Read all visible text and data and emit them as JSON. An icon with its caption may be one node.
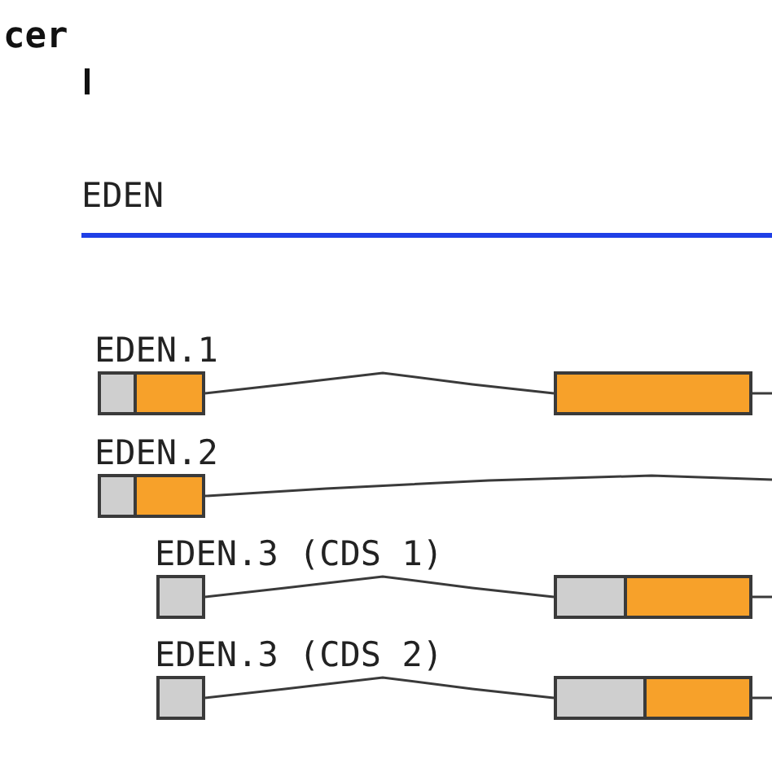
{
  "diagram": {
    "nodes": [
      {
        "text": [
          "EDEN"
        ]
      },
      {
        "text": [
          "EDEN.1"
        ]
      },
      {
        "text": [],
        "shape": "box"
      },
      {
        "text": [],
        "shape": "box"
      },
      {
        "text": [
          "EDEN.2"
        ]
      },
      {
        "text": [],
        "shape": "box"
      },
      {
        "text": [
          "EDEN.3 (CDS 1)"
        ]
      },
      {
        "text": [],
        "shape": "box"
      },
      {
        "text": [],
        "shape": "box"
      },
      {
        "text": [
          "EDEN.3 (CDS 2)"
        ]
      },
      {
        "text": [],
        "shape": "box"
      },
      {
        "text": [],
        "shape": "box"
      }
    ],
    "edges": [
      {
        "from": 2,
        "to": 3,
        "arrow": "none"
      },
      {
        "from": 3,
        "to": null,
        "arrow": "none"
      },
      {
        "from": 5,
        "to": null,
        "arrow": "none"
      },
      {
        "from": 7,
        "to": 8,
        "arrow": "none"
      },
      {
        "from": 8,
        "to": null,
        "arrow": "none"
      },
      {
        "from": 10,
        "to": 11,
        "arrow": "none"
      },
      {
        "from": 11,
        "to": null,
        "arrow": "none"
      }
    ],
    "labels": [
      "cer"
    ]
  }
}
